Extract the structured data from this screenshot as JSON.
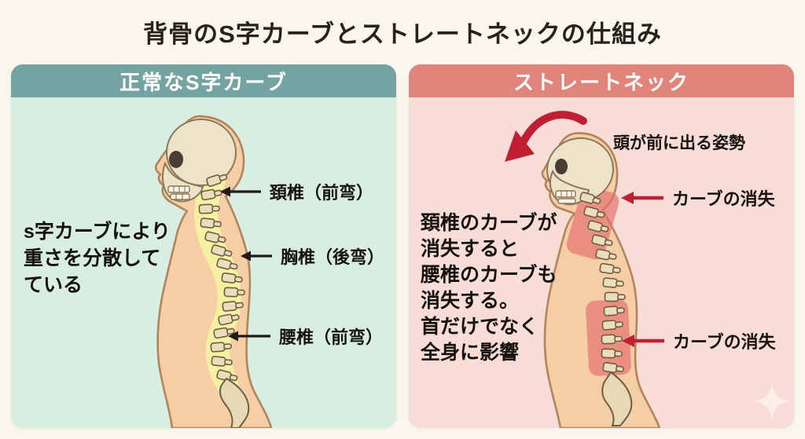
{
  "title": "背骨のS字カーブとストレートネックの仕組み",
  "left_panel": {
    "header": "正常なS字カーブ",
    "description_lines": [
      "s字カーブにより",
      "重さを分散して",
      "ている"
    ],
    "labels": {
      "cervical": "頚椎（前弯）",
      "thoracic": "胸椎（後弯）",
      "lumbar": "腰椎（前弯）"
    }
  },
  "right_panel": {
    "header": "ストレートネック",
    "posture_note": "頭が前に出る姿勢",
    "description_lines": [
      "頚椎のカーブが",
      "消失すると",
      "腰椎のカーブも",
      "消失する。",
      "首だけでなく",
      "全身に影響"
    ],
    "labels": {
      "neck": "カーブの消失",
      "lumbar": "カーブの消失"
    }
  },
  "colors": {
    "left_header_bg": "#74a4a1",
    "left_panel_bg": "#d9eee3",
    "right_header_bg": "#e1857b",
    "right_panel_bg": "#f8dcd6",
    "arrow_black": "#1f1b17",
    "arrow_red": "#bf2032",
    "spine_yellow": "#f6f0a1",
    "spine_red": "#e4706e"
  }
}
